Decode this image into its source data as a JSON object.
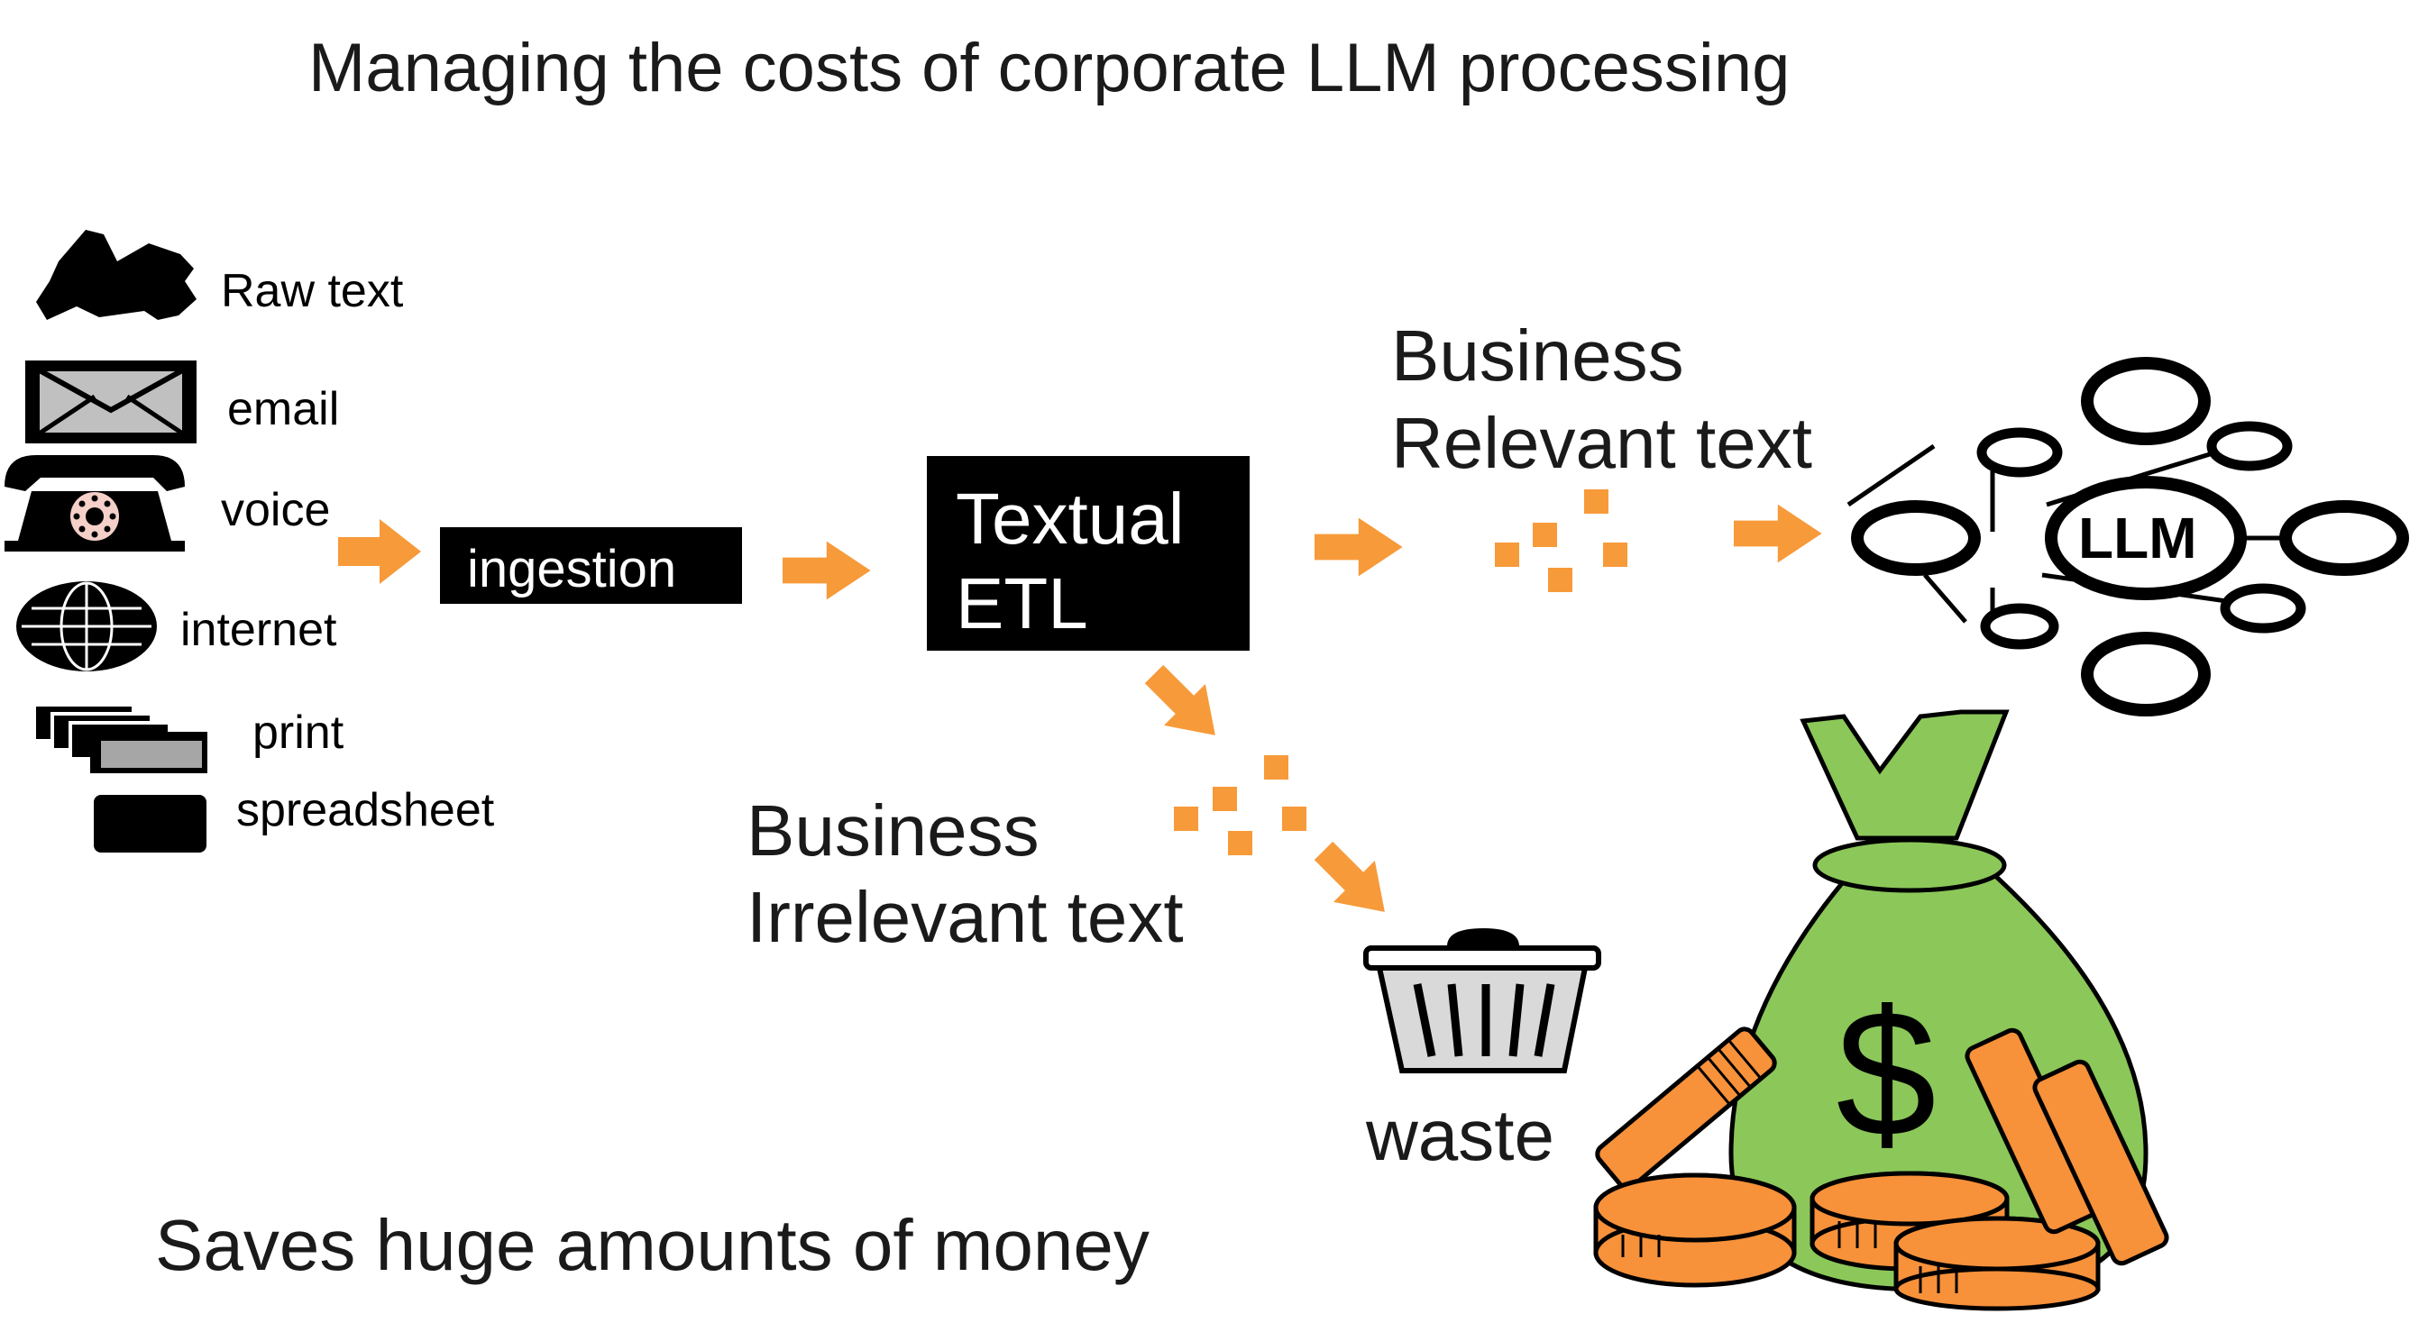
{
  "title": "Managing the costs of corporate LLM processing",
  "sources": {
    "raw_text": "Raw text",
    "email": "email",
    "voice": "voice",
    "internet": "internet",
    "print": "print",
    "spreadsheet": "spreadsheet"
  },
  "ingestion": "ingestion",
  "etl": {
    "line1": "Textual",
    "line2": "ETL"
  },
  "relevant": {
    "line1": "Business",
    "line2": "Relevant text"
  },
  "irrelevant": {
    "line1": "Business",
    "line2": "Irrelevant text"
  },
  "llm": "LLM",
  "waste": "waste",
  "money_symbol": "$",
  "footer": "Saves huge amounts of money",
  "colors": {
    "arrow": "#f79a3a",
    "bag": "#8cc759",
    "coin": "#f7913a",
    "ink": "#000000"
  }
}
